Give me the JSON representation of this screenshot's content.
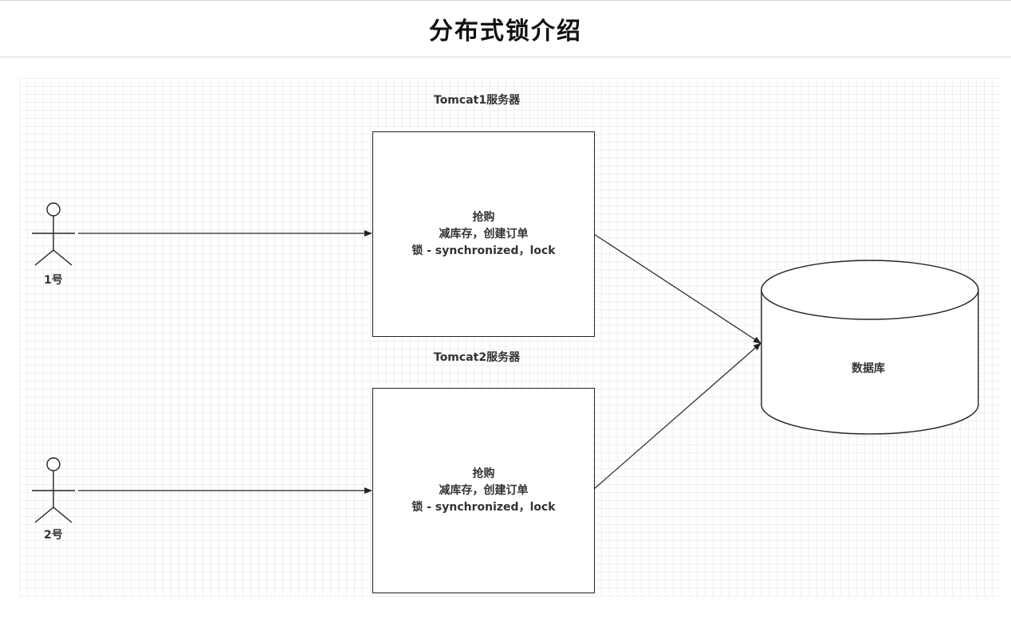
{
  "title": "分布式锁介绍",
  "actors": [
    {
      "label": "1号"
    },
    {
      "label": "2号"
    }
  ],
  "servers": [
    {
      "label": "Tomcat1服务器",
      "lines": [
        "抢购",
        "减库存，创建订单",
        "锁 - synchronized，lock"
      ]
    },
    {
      "label": "Tomcat2服务器",
      "lines": [
        "抢购",
        "减库存，创建订单",
        "锁 - synchronized，lock"
      ]
    }
  ],
  "database": {
    "label": "数据库"
  },
  "colors": {
    "stroke": "#222222",
    "text": "#333333",
    "grid": "#dedede"
  }
}
